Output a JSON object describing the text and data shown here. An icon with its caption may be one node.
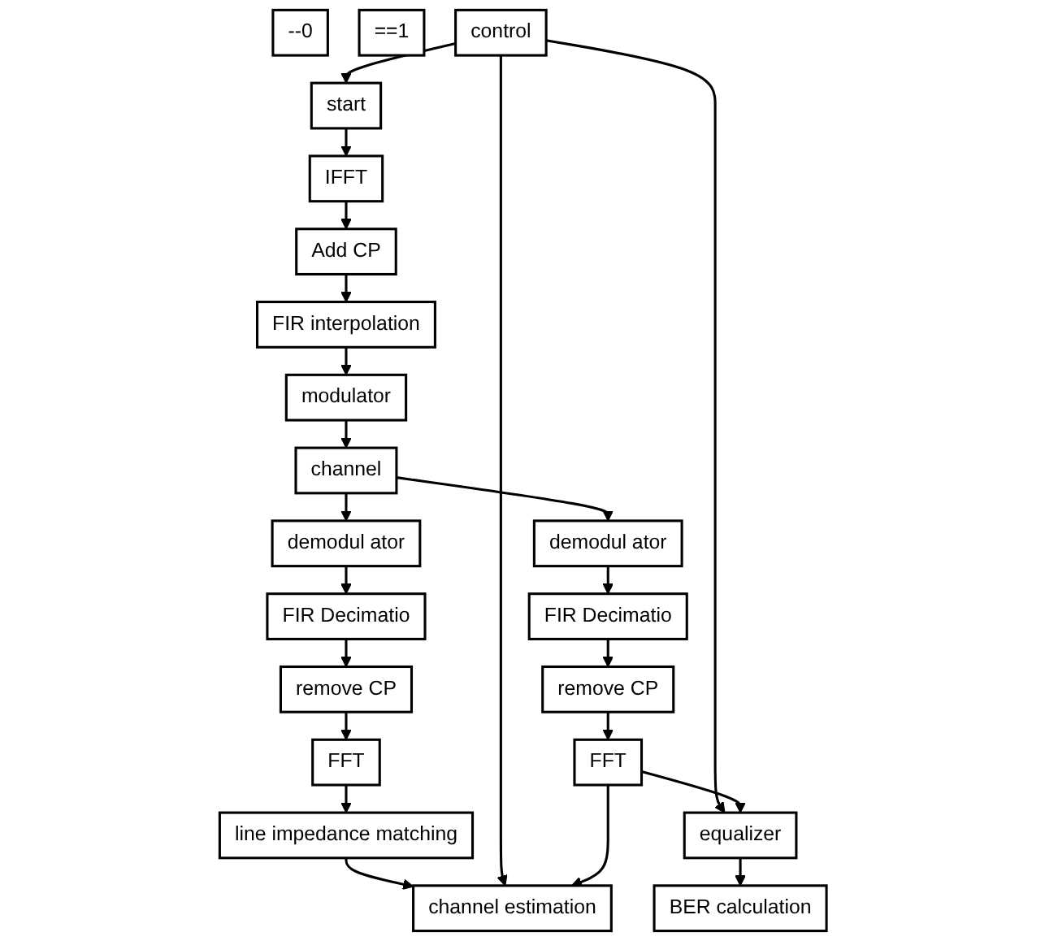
{
  "diagram": {
    "nodes": [
      {
        "text": [
          "control"
        ]
      },
      {
        "text": [
          "start"
        ]
      },
      {
        "text": [
          "IFFT"
        ]
      },
      {
        "text": [
          "Add CP"
        ]
      },
      {
        "text": [
          "modulator"
        ]
      },
      {
        "text": [
          "FIR interpolation"
        ]
      },
      {
        "text": [
          "channel"
        ]
      },
      {
        "text": [
          "demodul ator"
        ]
      },
      {
        "text": [
          "FIR Decimatio"
        ]
      },
      {
        "text": [
          "remove CP"
        ]
      },
      {
        "text": [
          "channel estimation"
        ]
      },
      {
        "text": [
          "line impedance matching"
        ]
      },
      {
        "text": [
          "FFT"
        ]
      },
      {
        "text": [
          "--0"
        ]
      },
      {
        "text": [
          "demodul ator"
        ]
      },
      {
        "text": [
          "FIR Decimatio"
        ]
      },
      {
        "text": [
          "remove CP"
        ]
      },
      {
        "text": [
          "==1"
        ]
      },
      {
        "text": [
          "FFT"
        ]
      },
      {
        "text": [
          "equalizer"
        ]
      },
      {
        "text": [
          "BER calculation"
        ]
      }
    ],
    "edges": [
      {
        "from": 0,
        "to": 1,
        "arrow": "to"
      },
      {
        "from": 1,
        "to": 2,
        "arrow": "to"
      },
      {
        "from": 2,
        "to": 3,
        "arrow": "to"
      },
      {
        "from": 3,
        "to": 5,
        "arrow": "to"
      },
      {
        "from": 5,
        "to": 4,
        "arrow": "to"
      },
      {
        "from": 4,
        "to": 6,
        "arrow": "to"
      },
      {
        "from": 6,
        "to": 7,
        "arrow": "to"
      },
      {
        "from": 7,
        "to": 8,
        "arrow": "to"
      },
      {
        "from": 8,
        "to": 9,
        "arrow": "to"
      },
      {
        "from": 9,
        "to": 12,
        "arrow": "to"
      },
      {
        "from": 12,
        "to": 11,
        "arrow": "to"
      },
      {
        "from": 11,
        "to": 10,
        "arrow": "to"
      },
      {
        "from": 0,
        "to": 10,
        "arrow": "to"
      },
      {
        "from": 0,
        "to": 19,
        "arrow": "to"
      },
      {
        "from": 6,
        "to": 14,
        "arrow": "to"
      },
      {
        "from": 14,
        "to": 15,
        "arrow": "to"
      },
      {
        "from": 15,
        "to": 16,
        "arrow": "to"
      },
      {
        "from": 16,
        "to": 18,
        "arrow": "to"
      },
      {
        "from": 18,
        "to": 10,
        "arrow": "to"
      },
      {
        "from": 18,
        "to": 19,
        "arrow": "to"
      },
      {
        "from": 19,
        "to": 20,
        "arrow": "to"
      }
    ]
  }
}
